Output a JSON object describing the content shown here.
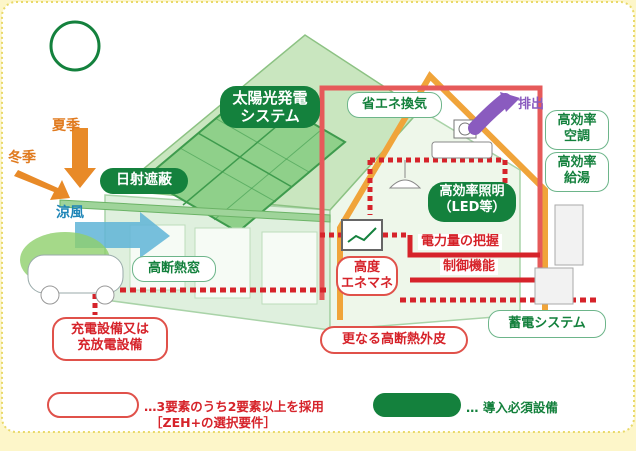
{
  "labels": {
    "solar": [
      "太陽光発電",
      "システム"
    ],
    "ventilation": "省エネ換気",
    "exhaust": "排出",
    "ac": [
      "高効率",
      "空調"
    ],
    "water_heater": [
      "高効率",
      "給湯"
    ],
    "summer": "夏季",
    "winter": "冬季",
    "cool_breeze": "涼風",
    "sunshade": "日射遮蔽",
    "lighting": [
      "高効率照明",
      "（LED等）"
    ],
    "power_monitor": "電力量の把握",
    "control": "制御機能",
    "hems": [
      "高度",
      "エネマネ"
    ],
    "window": "高断熱窓",
    "ev_charger": [
      "充電設備又は",
      "充放電設備"
    ],
    "insulation": "更なる高断熱外皮",
    "storage": "蓄電システム"
  },
  "legend": {
    "optional": [
      "…3要素のうち2要素以上を採用",
      "［ZEH+の選択要件］"
    ],
    "required": "… 導入必須設備"
  },
  "colors": {
    "required_green": "#14813d",
    "optional_red": "#d6232a",
    "background": "#fdf6c9"
  }
}
